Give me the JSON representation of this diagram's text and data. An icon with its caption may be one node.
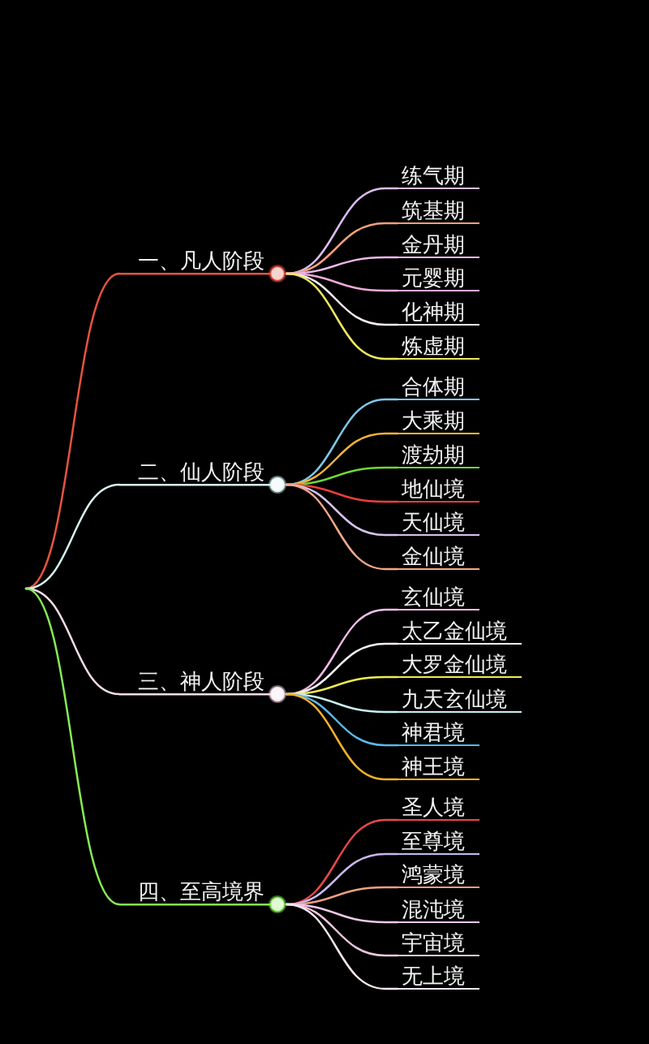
{
  "diagram": {
    "nodes": [
      {
        "text": [
          "一、凡人阶段"
        ]
      },
      {
        "text": [
          "练气期"
        ]
      },
      {
        "text": [
          "筑基期"
        ]
      },
      {
        "text": [
          "金丹期"
        ]
      },
      {
        "text": [
          "元婴期"
        ]
      },
      {
        "text": [
          "化神期"
        ]
      },
      {
        "text": [
          "炼虚期"
        ]
      },
      {
        "text": [
          "二、仙人阶段"
        ]
      },
      {
        "text": [
          "合体期"
        ]
      },
      {
        "text": [
          "大乘期"
        ]
      },
      {
        "text": [
          "渡劫期"
        ]
      },
      {
        "text": [
          "地仙境"
        ]
      },
      {
        "text": [
          "天仙境"
        ]
      },
      {
        "text": [
          "金仙境"
        ]
      },
      {
        "text": [
          "三、神人阶段"
        ]
      },
      {
        "text": [
          "玄仙境"
        ]
      },
      {
        "text": [
          "太乙金仙境"
        ]
      },
      {
        "text": [
          "大罗金仙境"
        ]
      },
      {
        "text": [
          "九天玄仙境"
        ]
      },
      {
        "text": [
          "神君境"
        ]
      },
      {
        "text": [
          "神王境"
        ]
      },
      {
        "text": [
          "四、至高境界"
        ]
      },
      {
        "text": [
          "圣人境"
        ]
      },
      {
        "text": [
          "至尊境"
        ]
      },
      {
        "text": [
          "鸿蒙境"
        ]
      },
      {
        "text": [
          "混沌境"
        ]
      },
      {
        "text": [
          "宇宙境"
        ]
      },
      {
        "text": [
          "无上境"
        ]
      }
    ],
    "edges": [
      {
        "from": null,
        "to": 0,
        "arrow": "none",
        "color": "#e5533f"
      },
      {
        "from": null,
        "to": 7,
        "arrow": "none",
        "color": "#d6f2f2"
      },
      {
        "from": null,
        "to": 14,
        "arrow": "none",
        "color": "#f4dbe9"
      },
      {
        "from": null,
        "to": 21,
        "arrow": "none",
        "color": "#86ec55"
      },
      {
        "from": 0,
        "to": 1,
        "arrow": "none",
        "color": "#dcbcf2"
      },
      {
        "from": 0,
        "to": 2,
        "arrow": "none",
        "color": "#f4a07a"
      },
      {
        "from": 0,
        "to": 3,
        "arrow": "none",
        "color": "#ebb8ea"
      },
      {
        "from": 0,
        "to": 4,
        "arrow": "none",
        "color": "#f2aadb"
      },
      {
        "from": 0,
        "to": 5,
        "arrow": "none",
        "color": "#f6eaf6"
      },
      {
        "from": 0,
        "to": 6,
        "arrow": "none",
        "color": "#eee862"
      },
      {
        "from": 7,
        "to": 8,
        "arrow": "none",
        "color": "#7cc8ea"
      },
      {
        "from": 7,
        "to": 9,
        "arrow": "none",
        "color": "#f5b43a"
      },
      {
        "from": 7,
        "to": 10,
        "arrow": "none",
        "color": "#6bd83a"
      },
      {
        "from": 7,
        "to": 11,
        "arrow": "none",
        "color": "#ee3e3e"
      },
      {
        "from": 7,
        "to": 12,
        "arrow": "none",
        "color": "#d8c2f0"
      },
      {
        "from": 7,
        "to": 13,
        "arrow": "none",
        "color": "#f5a88a"
      },
      {
        "from": 14,
        "to": 15,
        "arrow": "none",
        "color": "#f0bce8"
      },
      {
        "from": 14,
        "to": 16,
        "arrow": "none",
        "color": "#f8f0f8"
      },
      {
        "from": 14,
        "to": 17,
        "arrow": "none",
        "color": "#f0ec50"
      },
      {
        "from": 14,
        "to": 18,
        "arrow": "none",
        "color": "#c8f0f0"
      },
      {
        "from": 14,
        "to": 19,
        "arrow": "none",
        "color": "#5ab8e8"
      },
      {
        "from": 14,
        "to": 20,
        "arrow": "none",
        "color": "#f5b030"
      },
      {
        "from": 21,
        "to": 22,
        "arrow": "none",
        "color": "#e8484a"
      },
      {
        "from": 21,
        "to": 23,
        "arrow": "none",
        "color": "#c8b8f0"
      },
      {
        "from": 21,
        "to": 24,
        "arrow": "none",
        "color": "#f0a080"
      },
      {
        "from": 21,
        "to": 25,
        "arrow": "none",
        "color": "#f0c8e8"
      },
      {
        "from": 21,
        "to": 26,
        "arrow": "none",
        "color": "#f0c4de"
      },
      {
        "from": 21,
        "to": 27,
        "arrow": "none",
        "color": "#f8e8f0"
      }
    ]
  }
}
